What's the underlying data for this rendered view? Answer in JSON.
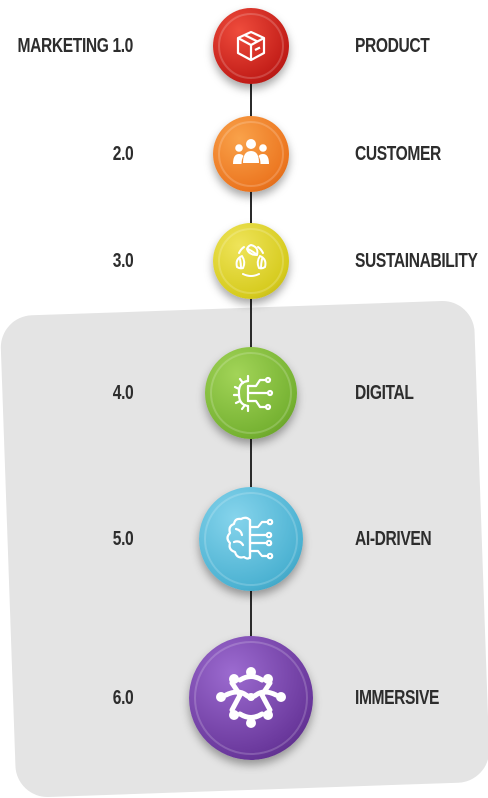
{
  "stages": [
    {
      "version": "MARKETING 1.0",
      "name": "PRODUCT",
      "icon": "box-icon",
      "color": "#d42a22"
    },
    {
      "version": "2.0",
      "name": "CUSTOMER",
      "icon": "people-group-icon",
      "color": "#ee7a22"
    },
    {
      "version": "3.0",
      "name": "SUSTAINABILITY",
      "icon": "recycle-leaves-icon",
      "color": "#d7cc22"
    },
    {
      "version": "4.0",
      "name": "DIGITAL",
      "icon": "digital-gear-circuit-icon",
      "color": "#7ab535"
    },
    {
      "version": "5.0",
      "name": "AI-DRIVEN",
      "icon": "brain-circuit-icon",
      "color": "#4fb4d3"
    },
    {
      "version": "6.0",
      "name": "IMMERSIVE",
      "icon": "immersive-network-icon",
      "color": "#6b3a9c"
    }
  ]
}
